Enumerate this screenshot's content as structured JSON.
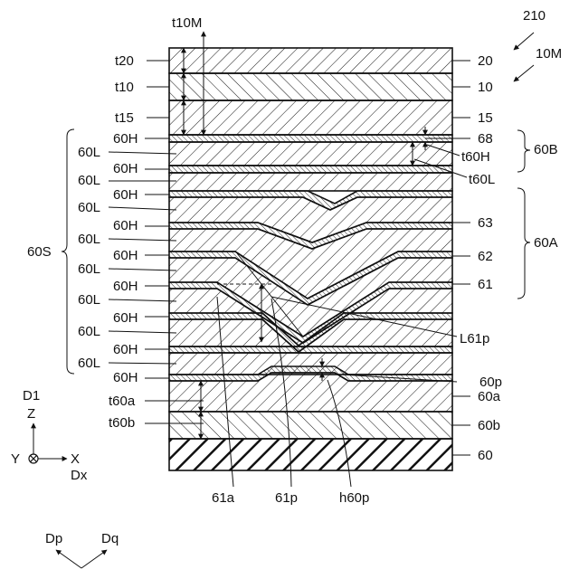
{
  "figure_ref": "210",
  "layer_refs": {
    "l20": "20",
    "l10": "10",
    "l15": "15",
    "l68": "68",
    "l60B": "60B",
    "l63": "63",
    "l62": "62",
    "l61": "61",
    "l60A": "60A",
    "l60p": "60p",
    "l60a": "60a",
    "l60b": "60b",
    "l60": "60",
    "l10M": "10M",
    "L61p": "L61p",
    "l61a": "61a",
    "l61p": "61p",
    "h60p": "h60p",
    "l60S": "60S"
  },
  "thickness_labels": {
    "t10M": "t10M",
    "t20": "t20",
    "t10": "t10",
    "t15": "t15",
    "t60H": "t60H",
    "t60L": "t60L",
    "t60a": "t60a",
    "t60b": "t60b"
  },
  "stack_labels": {
    "high": "60H",
    "low": "60L"
  },
  "axes": {
    "d1": "D1",
    "z": "Z",
    "y": "Y",
    "x": "X",
    "dx": "Dx",
    "dp": "Dp",
    "dq": "Dq"
  }
}
